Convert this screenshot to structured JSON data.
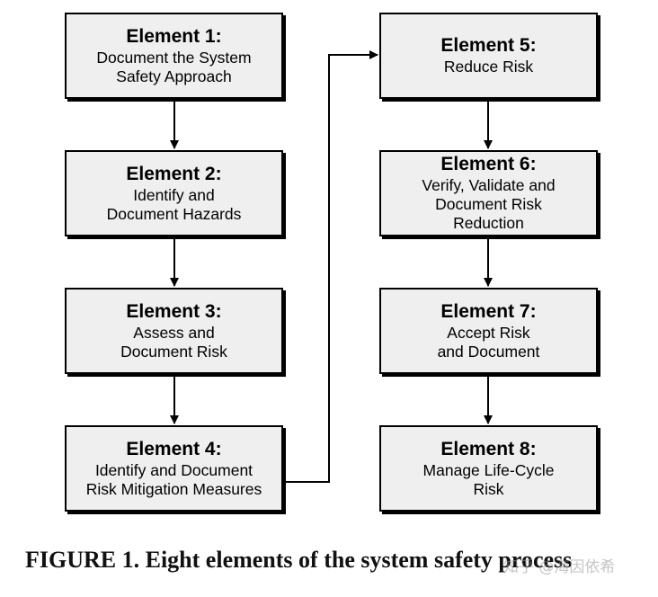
{
  "elements": [
    {
      "title": "Element 1:",
      "lines": [
        "Document the System",
        "Safety Approach"
      ]
    },
    {
      "title": "Element 2:",
      "lines": [
        "Identify and",
        "Document Hazards"
      ]
    },
    {
      "title": "Element 3:",
      "lines": [
        "Assess and",
        "Document Risk"
      ]
    },
    {
      "title": "Element 4:",
      "lines": [
        "Identify and Document",
        "Risk Mitigation Measures"
      ]
    },
    {
      "title": "Element 5:",
      "lines": [
        "Reduce Risk"
      ]
    },
    {
      "title": "Element 6:",
      "lines": [
        "Verify, Validate and",
        "Document Risk",
        "Reduction"
      ]
    },
    {
      "title": "Element 7:",
      "lines": [
        "Accept Risk",
        "and Document"
      ]
    },
    {
      "title": "Element 8:",
      "lines": [
        "Manage Life-Cycle",
        "Risk"
      ]
    }
  ],
  "caption": "FIGURE 1.  Eight elements of the system safety process",
  "watermark": "知乎 @海因依希",
  "colors": {
    "box_fill": "#efefef",
    "box_border": "#000000",
    "arrow": "#000000",
    "caption": "#111111"
  }
}
